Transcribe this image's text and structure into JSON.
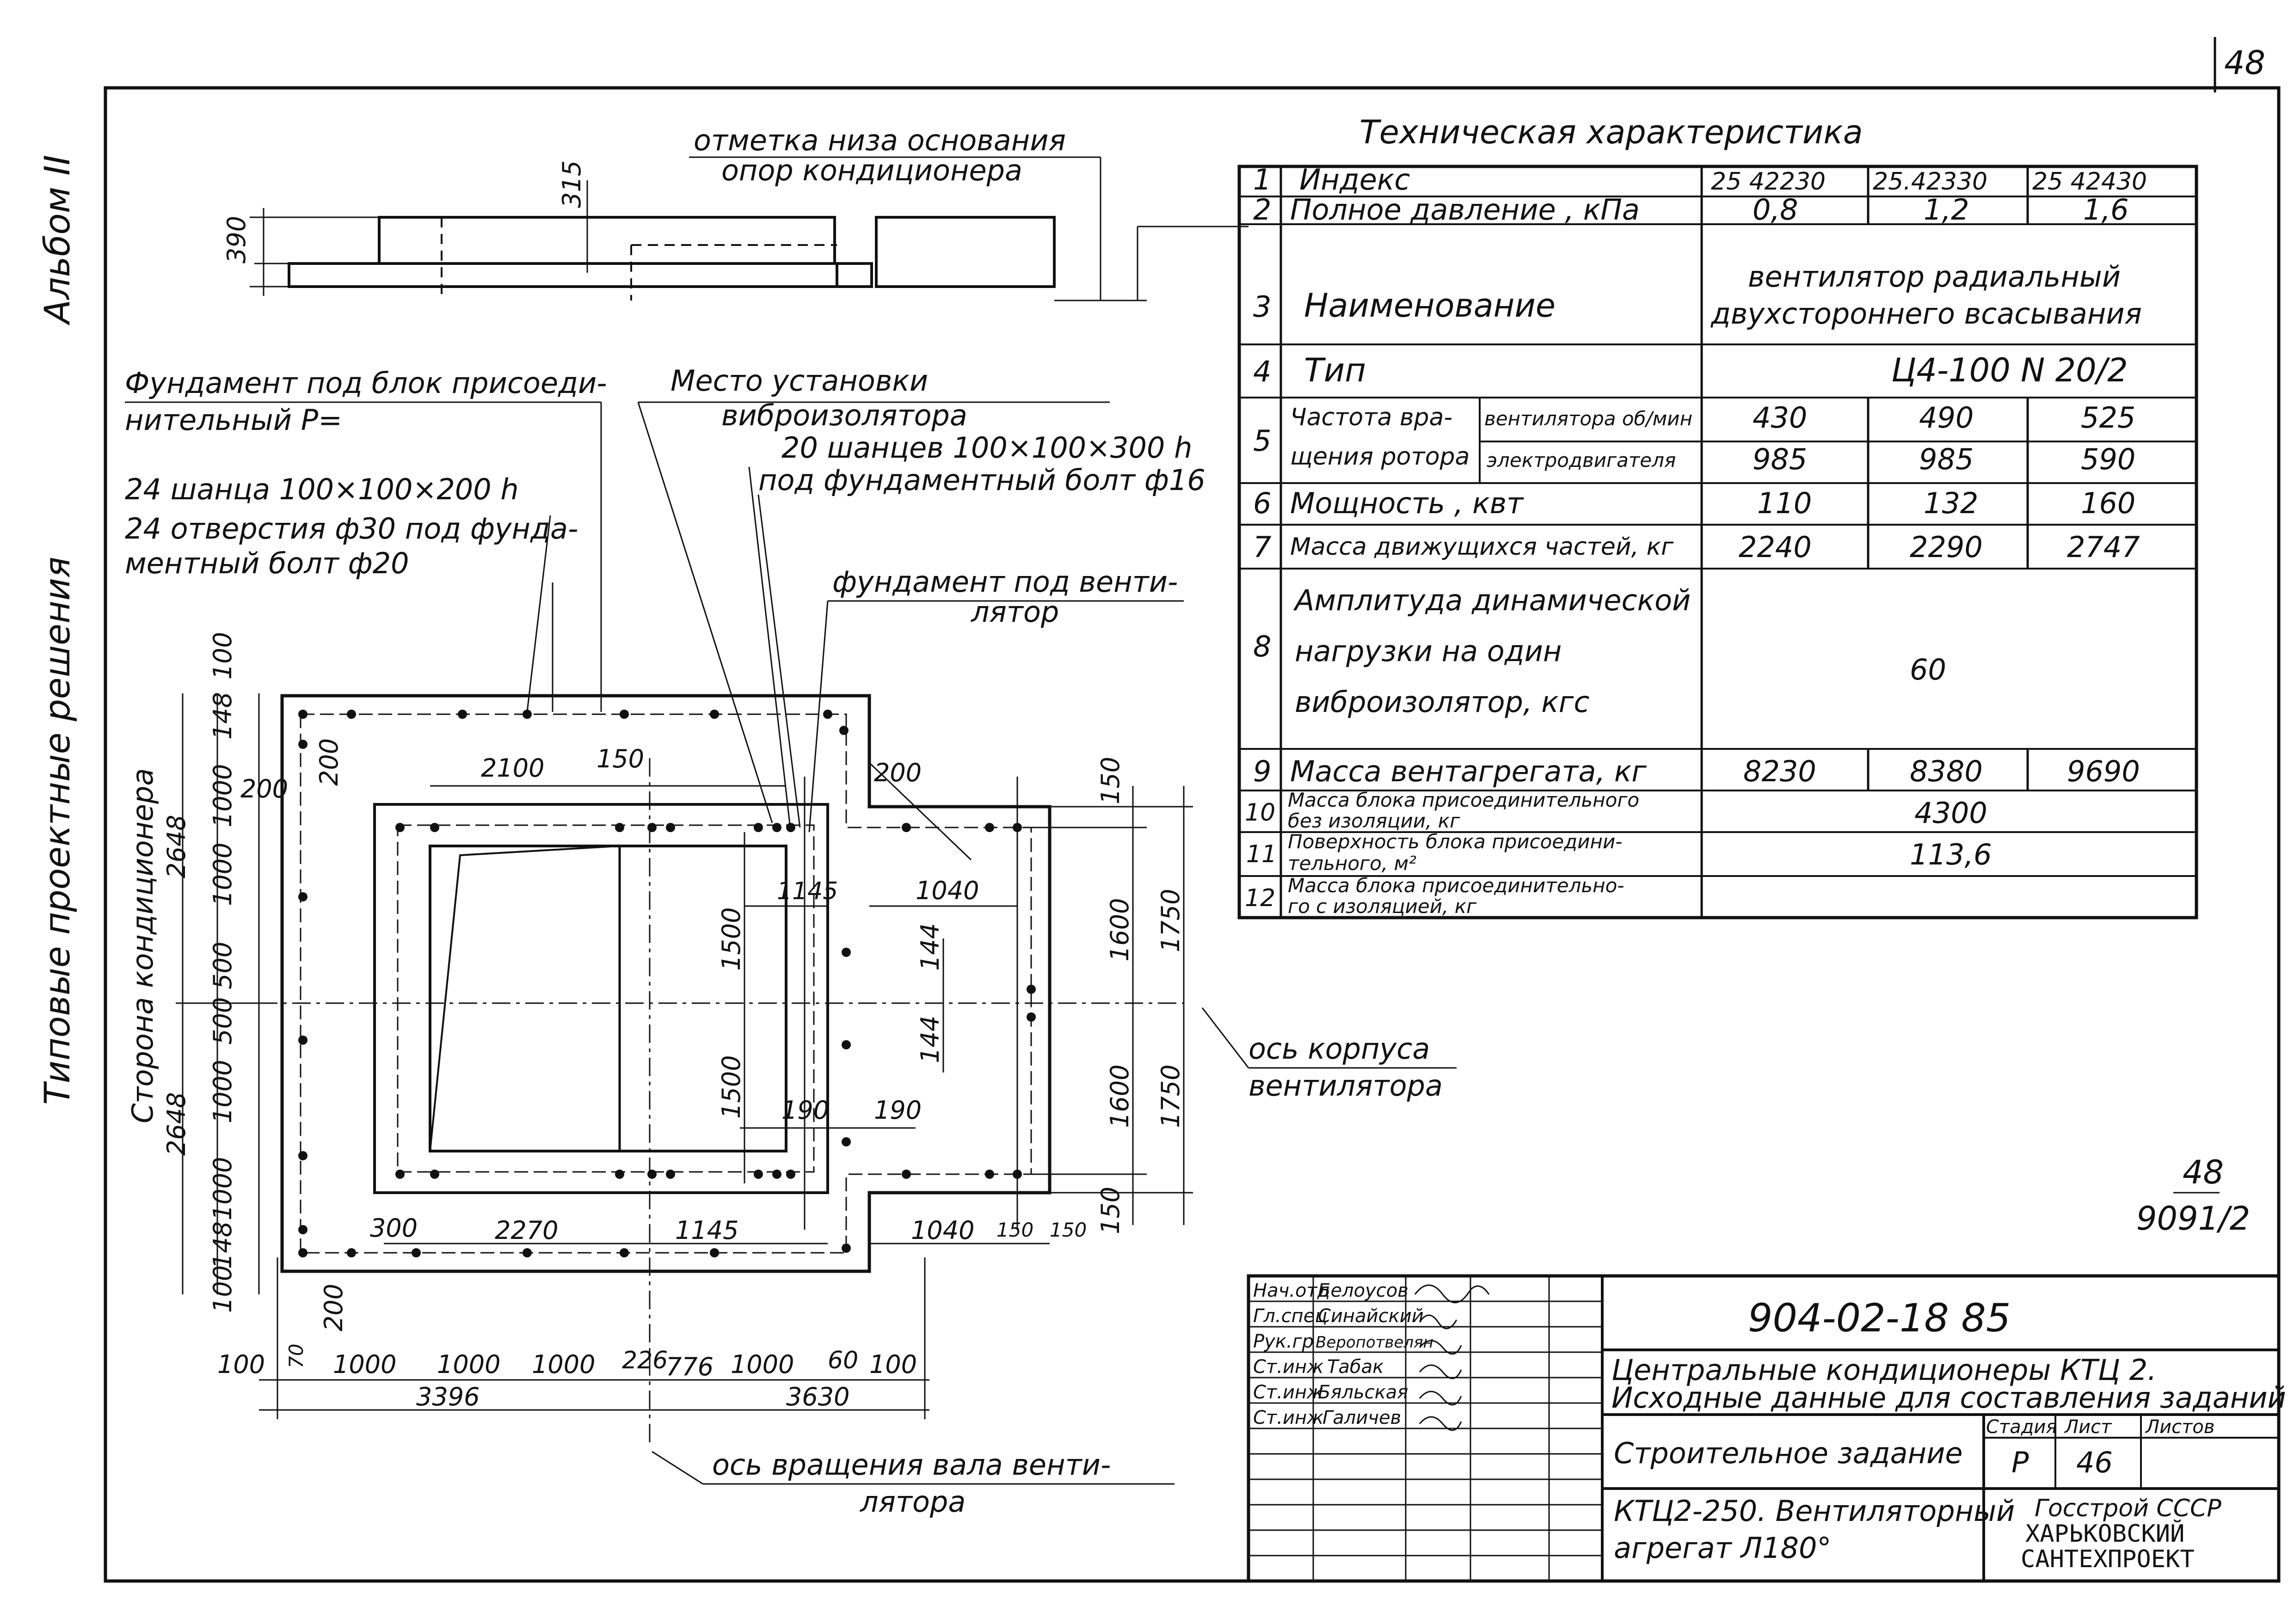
{
  "page_number": "48",
  "side_labels": {
    "album": "Альбом II",
    "series": "Типовые проектные решения"
  },
  "top_view": {
    "note_line1": "отметка низа основания",
    "note_line2": "опор кондиционера",
    "dim_390": "390",
    "dim_315": "315"
  },
  "callouts": {
    "foundation_block_1": "Фундамент под блок присоеди-",
    "foundation_block_2": "нительный Р=",
    "anchors_24": "24 шанца 100×100×200 h",
    "holes_1": "24 отверстия ф30 под фунда-",
    "holes_2": "ментный болт ф20",
    "vibro_place_1": "Место установки",
    "vibro_place_2": "виброизолятора",
    "anchors_20": "20 шанцев 100×100×300 h",
    "bolt_16": "под фундаментный болт ф16",
    "fan_foundation_1": "фундамент под венти-",
    "fan_foundation_2": "лятор",
    "fan_axis_1": "ось корпуса",
    "fan_axis_2": "вентилятора",
    "shaft_axis_1": "ось вращения вала венти-",
    "shaft_axis_2": "лятора",
    "side_conditioner": "Сторона кондиционера"
  },
  "dimensions": {
    "left_vertical": [
      "100",
      "148",
      "200",
      "1000",
      "1000",
      "500",
      "500",
      "1000",
      "1000",
      "148",
      "100"
    ],
    "half_2648_top": "2648",
    "half_2648_bottom": "2648",
    "inner_200_top": "200",
    "inner_200_bottom": "200",
    "top_2100": "2100",
    "top_150": "150",
    "right_200": "200",
    "d_1145_top": "1145",
    "d_1040_top": "1040",
    "d_1500_top": "1500",
    "d_1500_bottom": "1500",
    "d_144_top": "144",
    "d_144_bottom": "144",
    "d_190_left": "190",
    "d_190_right": "190",
    "right_150_top": "150",
    "right_1600_top": "1600",
    "right_1750_top": "1750",
    "right_1600_bottom": "1600",
    "right_1750_bottom": "1750",
    "right_150_bottom": "150",
    "bottom_300": "300",
    "bottom_2270": "2270",
    "bottom_1145": "1145",
    "bottom_1040": "1040",
    "bottom_150a": "150",
    "bottom_150b": "150",
    "base_row": [
      "100",
      "70",
      "1000",
      "1000",
      "1000",
      "226",
      "776",
      "1000",
      "60",
      "100"
    ],
    "total_3396": "3396",
    "total_3630": "3630"
  },
  "tech_table": {
    "title": "Техническая характеристика",
    "rows": [
      {
        "n": "1",
        "name": "Индекс",
        "v1": "25 42230",
        "v2": "25.42330",
        "v3": "25 42430"
      },
      {
        "n": "2",
        "name": "Полное давление , кПа",
        "v1": "0,8",
        "v2": "1,2",
        "v3": "1,6"
      },
      {
        "n": "3",
        "name": "Наименование",
        "merged_1": "вентилятор радиальный",
        "merged_2": "двухстороннего всасывания"
      },
      {
        "n": "4",
        "name": "Тип",
        "merged": "Ц4-100 N 20/2"
      },
      {
        "n": "5",
        "name_1": "Частота вра-",
        "name_2": "щения ротора",
        "sub1": "вентилятора об/мин",
        "sub2": "электродвигателя",
        "a1": "430",
        "a2": "490",
        "a3": "525",
        "b1": "985",
        "b2": "985",
        "b3": "590"
      },
      {
        "n": "6",
        "name": "Мощность , квт",
        "v1": "110",
        "v2": "132",
        "v3": "160"
      },
      {
        "n": "7",
        "name": "Масса движущихся частей, кг",
        "v1": "2240",
        "v2": "2290",
        "v3": "2747"
      },
      {
        "n": "8",
        "name_1": "Амплитуда динамической",
        "name_2": "нагрузки на один",
        "name_3": "виброизолятор, кгс",
        "merged": "60"
      },
      {
        "n": "9",
        "name": "Масса вентагрегата, кг",
        "v1": "8230",
        "v2": "8380",
        "v3": "9690"
      },
      {
        "n": "10",
        "name_1": "Масса блока присоединительного",
        "name_2": "без изоляции, кг",
        "merged": "4300"
      },
      {
        "n": "11",
        "name_1": "Поверхность блока присоедини-",
        "name_2": "тельного, м²",
        "merged": "113,6"
      },
      {
        "n": "12",
        "name_1": "Масса блока присоединительно-",
        "name_2": "го с изоляцией, кг",
        "merged": ""
      }
    ]
  },
  "sheet_ref": {
    "top": "48",
    "bottom": "9091/2"
  },
  "title_block": {
    "doc_number": "904-02-18 85",
    "project_1": "Центральные кондиционеры КТЦ 2.",
    "project_2": "Исходные данные для составления заданий",
    "task": "Строительное задание",
    "drawing_1": "КТЦ2-250. Вентиляторный",
    "drawing_2": "агрегат Л180°",
    "org_1": "Госстрой СССР",
    "org_2": "ХАРЬКОВСКИЙ",
    "org_3": "САНТЕХПРОЕКТ",
    "stage_header": "Стадия",
    "sheet_header": "Лист",
    "sheets_header": "Листов",
    "stage": "Р",
    "sheet": "46",
    "people": [
      {
        "role": "Нач.отд",
        "name": "Белоусов"
      },
      {
        "role": "Гл.спец",
        "name": "Синайский"
      },
      {
        "role": "Рук.гр",
        "name": "Веропотвелян"
      },
      {
        "role": "Ст.инж",
        "name": "Табак"
      },
      {
        "role": "Ст.инж",
        "name": "Бяльская"
      },
      {
        "role": "Ст.инж",
        "name": "Галичев"
      }
    ]
  }
}
